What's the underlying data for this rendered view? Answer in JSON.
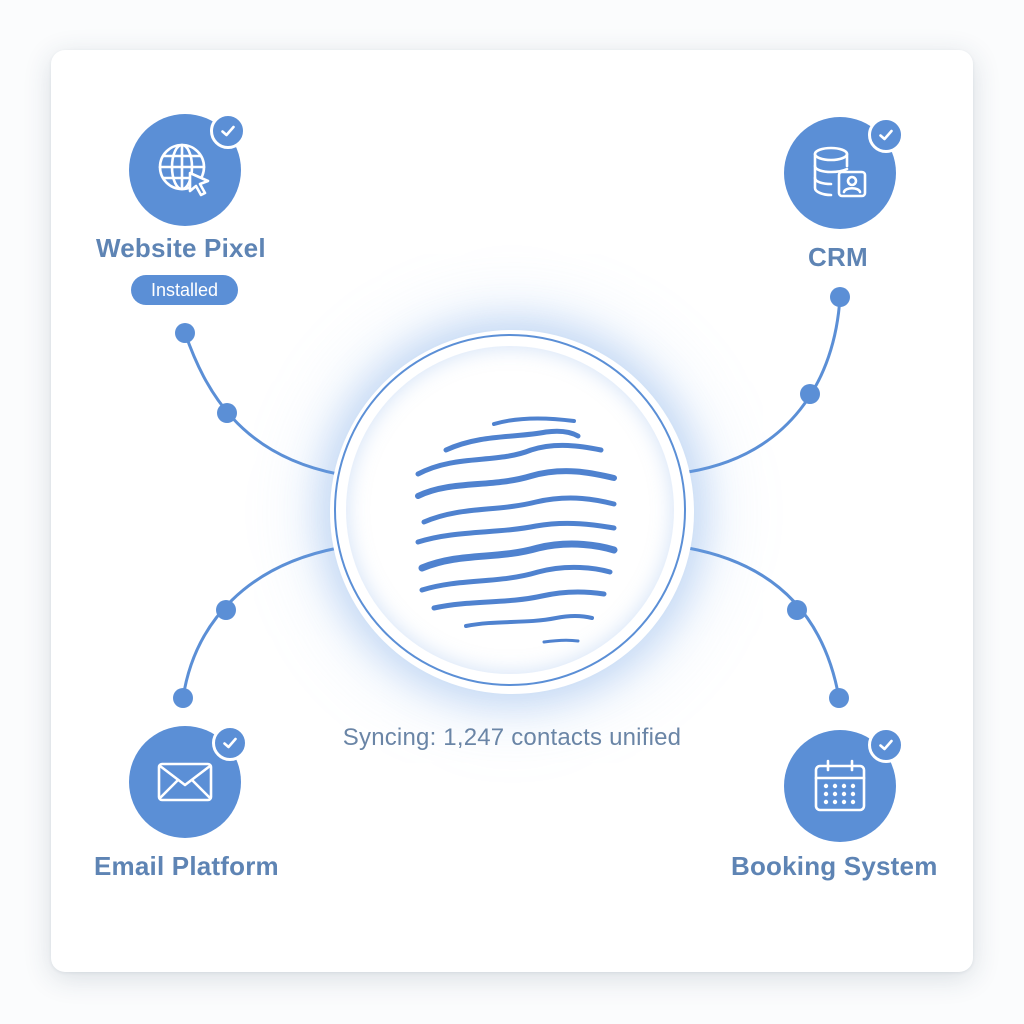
{
  "colors": {
    "accent": "#5b8fd6",
    "label": "#5e84b4",
    "status_text": "#6a85a6",
    "badge_text": "#ffffff"
  },
  "nodes": {
    "website_pixel": {
      "label": "Website Pixel",
      "badge": "Installed",
      "icon": "globe-cursor-icon",
      "connected": true
    },
    "crm": {
      "label": "CRM",
      "icon": "database-contact-icon",
      "connected": true
    },
    "email_platform": {
      "label": "Email Platform",
      "icon": "envelope-icon",
      "connected": true
    },
    "booking_system": {
      "label": "Booking System",
      "icon": "calendar-icon",
      "connected": true
    }
  },
  "hub": {
    "icon": "wave-lines-icon"
  },
  "status": {
    "text": "Syncing: 1,247 contacts unified"
  }
}
